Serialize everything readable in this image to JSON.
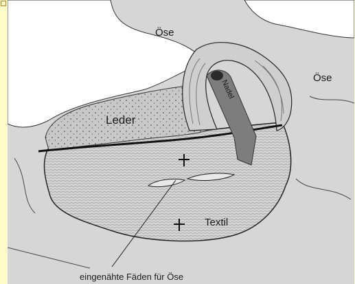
{
  "diagram": {
    "labels": {
      "oese_top": "Öse",
      "oese_right": "Öse",
      "leder": "Leder",
      "nadel": "Nadel",
      "textil": "Textil",
      "caption": "eingenähte Fäden für Öse"
    },
    "colors": {
      "background": "#d6d6d6",
      "page": "#fdfcc8",
      "paper": "#ffffff",
      "leather": "#c7c7c7",
      "textile": "#bdbdbd",
      "needle": "#7d7d7d",
      "ink": "#1a1a1a"
    }
  }
}
